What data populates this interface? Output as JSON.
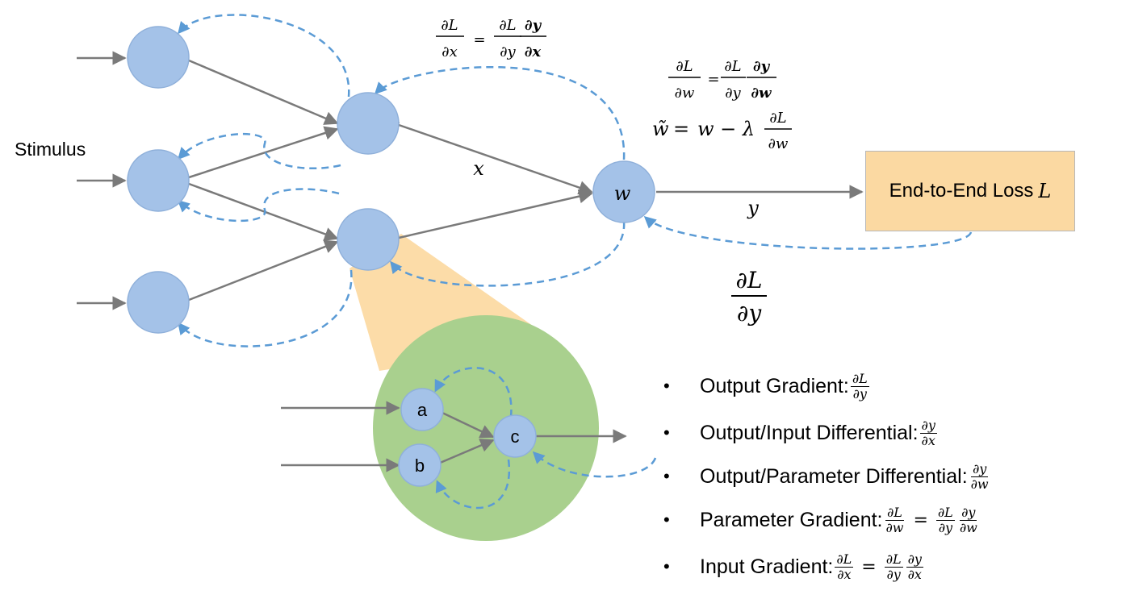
{
  "labels": {
    "stimulus": "Stimulus",
    "x": "x",
    "y": "y",
    "w": "w",
    "loss_text": "End-to-End Loss",
    "loss_symbol": "L",
    "node_a": "a",
    "node_b": "b",
    "node_c": "c"
  },
  "equations": {
    "dLdx": {
      "l_num": "∂L",
      "l_den": "∂x",
      "eq": "=",
      "r1_num": "∂L",
      "r1_den": "∂y",
      "r2_num": "∂y",
      "r2_den": "∂x"
    },
    "dLdw": {
      "l_num": "∂L",
      "l_den": "∂w",
      "eq": "=",
      "r1_num": "∂L",
      "r1_den": "∂y",
      "r2_num": "∂y",
      "r2_den": "∂w"
    },
    "update": {
      "lhs": "w̃",
      "eq": "=",
      "mid": "w −  λ",
      "num": "∂L",
      "den": "∂w"
    },
    "dLdy": {
      "num": "∂L",
      "den": "∂y"
    }
  },
  "bullets": [
    {
      "label": "Output Gradient:",
      "terms": [
        {
          "num": "∂L",
          "den": "∂y"
        }
      ]
    },
    {
      "label": "Output/Input Differential:",
      "terms": [
        {
          "num": "∂y",
          "den": "∂x"
        }
      ]
    },
    {
      "label": "Output/Parameter Differential:",
      "terms": [
        {
          "num": "∂y",
          "den": "∂w"
        }
      ]
    },
    {
      "label": "Parameter Gradient:",
      "terms": [
        {
          "num": "∂L",
          "den": "∂w"
        },
        {
          "op": "="
        },
        {
          "num": "∂L",
          "den": "∂y"
        },
        {
          "num": "∂y",
          "den": "∂w"
        }
      ]
    },
    {
      "label": "Input Gradient:",
      "terms": [
        {
          "num": "∂L",
          "den": "∂x"
        },
        {
          "op": "="
        },
        {
          "num": "∂L",
          "den": "∂y"
        },
        {
          "num": "∂y",
          "den": "∂x"
        }
      ]
    }
  ],
  "colors": {
    "node_fill": "#a4c2e8",
    "node_stroke": "#8fb0da",
    "arrow": "#7a7a7a",
    "backprop": "#5b9bd5",
    "zoom_cone": "#fcdca8",
    "zoom_circle": "#a9d08e",
    "loss_fill": "#fbd9a2"
  }
}
